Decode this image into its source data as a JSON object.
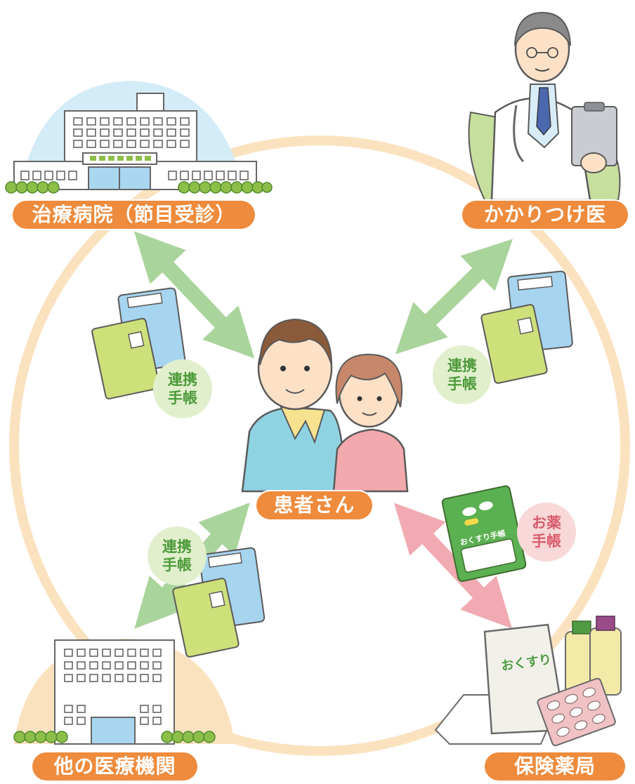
{
  "nodes": {
    "hospital": "治療病院（節目受診）",
    "family_doctor": "かかりつけ医",
    "patient": "患者さん",
    "other_facility": "他の医療機関",
    "pharmacy": "保険薬局"
  },
  "badges": {
    "link_notebook_line1": "連携",
    "link_notebook_line2": "手帳",
    "medicine_notebook_line1": "お薬",
    "medicine_notebook_line2": "手帳"
  },
  "illustration_text": {
    "medicine_book_cover": "おくすり手帳",
    "medicine_bag": "おくすり"
  },
  "colors": {
    "ring": "#fbe2bf",
    "label_orange": "#ee8b3c",
    "arrow_green": "#a9d49b",
    "arrow_pink": "#f1aab1",
    "badge_green_bg": "#e1efcd",
    "badge_pink_bg": "#f8d8d8"
  }
}
